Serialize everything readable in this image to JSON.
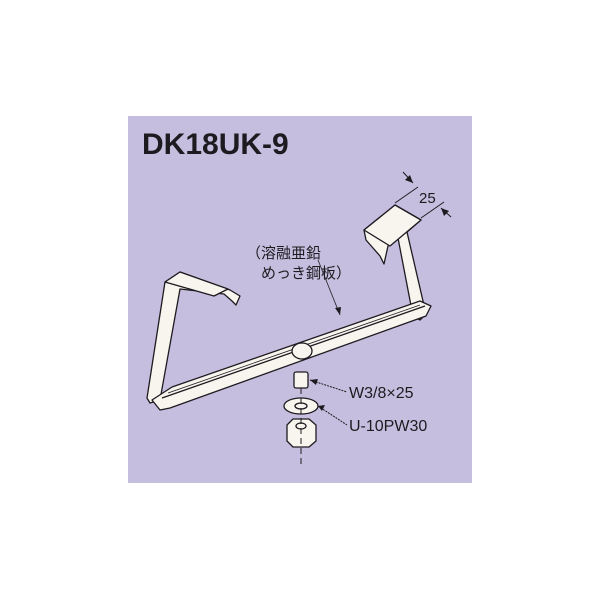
{
  "diagram": {
    "title": "DK18UK-9",
    "dimension_label": "25",
    "material_note_line1": "（溶融亜鉛",
    "material_note_line2": "　めっき鋼板）",
    "bolt_label": "W3/8×25",
    "washer_label": "U-10PW30",
    "colors": {
      "background": "#c6bede",
      "part_fill": "#f7f5ee",
      "outline": "#1d1a20"
    }
  }
}
